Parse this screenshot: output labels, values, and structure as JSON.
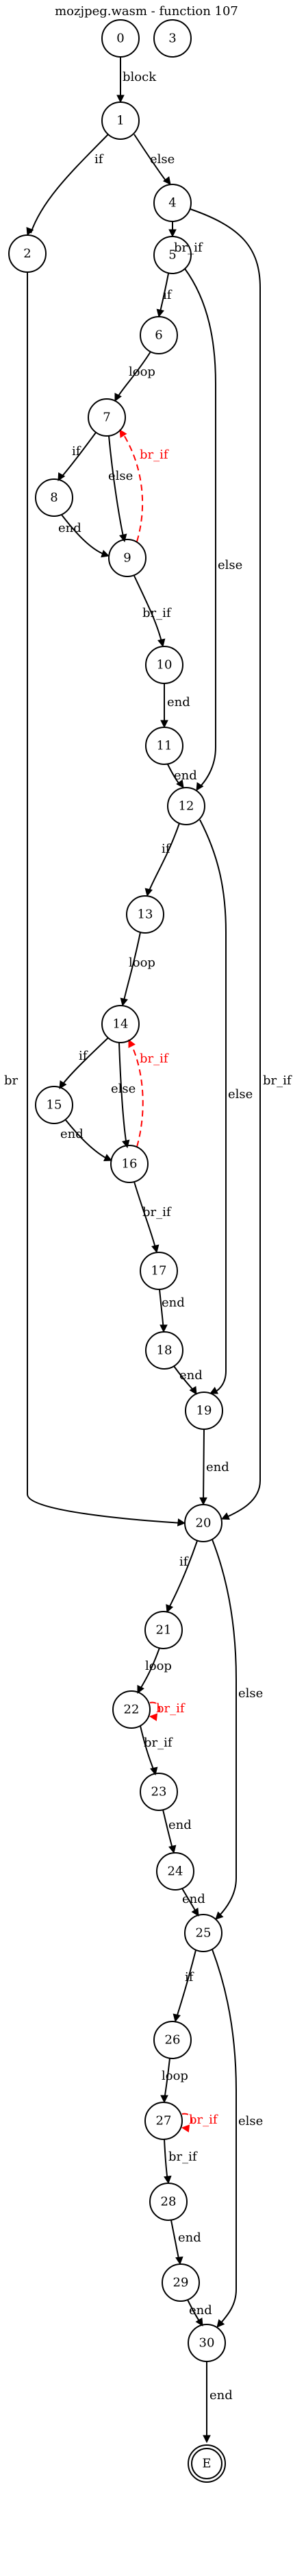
{
  "title": "mozjpeg.wasm - function 107",
  "colors": {
    "normal": "#000000",
    "back_edge": "#ff0000"
  },
  "nodes": [
    {
      "id": "n0",
      "label": "0"
    },
    {
      "id": "n3",
      "label": "3"
    },
    {
      "id": "n1",
      "label": "1"
    },
    {
      "id": "n2",
      "label": "2"
    },
    {
      "id": "n4",
      "label": "4"
    },
    {
      "id": "n5",
      "label": "5"
    },
    {
      "id": "n6",
      "label": "6"
    },
    {
      "id": "n7",
      "label": "7"
    },
    {
      "id": "n8",
      "label": "8"
    },
    {
      "id": "n9",
      "label": "9"
    },
    {
      "id": "n10",
      "label": "10"
    },
    {
      "id": "n11",
      "label": "11"
    },
    {
      "id": "n12",
      "label": "12"
    },
    {
      "id": "n13",
      "label": "13"
    },
    {
      "id": "n14",
      "label": "14"
    },
    {
      "id": "n15",
      "label": "15"
    },
    {
      "id": "n16",
      "label": "16"
    },
    {
      "id": "n17",
      "label": "17"
    },
    {
      "id": "n18",
      "label": "18"
    },
    {
      "id": "n19",
      "label": "19"
    },
    {
      "id": "n20",
      "label": "20"
    },
    {
      "id": "n21",
      "label": "21"
    },
    {
      "id": "n22",
      "label": "22"
    },
    {
      "id": "n23",
      "label": "23"
    },
    {
      "id": "n24",
      "label": "24"
    },
    {
      "id": "n25",
      "label": "25"
    },
    {
      "id": "n26",
      "label": "26"
    },
    {
      "id": "n27",
      "label": "27"
    },
    {
      "id": "n28",
      "label": "28"
    },
    {
      "id": "n29",
      "label": "29"
    },
    {
      "id": "n30",
      "label": "30"
    },
    {
      "id": "nE",
      "label": "E",
      "final": true
    }
  ],
  "edges": [
    {
      "from": "n0",
      "to": "n1",
      "label": "block"
    },
    {
      "from": "n1",
      "to": "n2",
      "label": "if"
    },
    {
      "from": "n1",
      "to": "n4",
      "label": "else"
    },
    {
      "from": "n2",
      "to": "n20",
      "label": "br"
    },
    {
      "from": "n4",
      "to": "n5",
      "label": "br_if"
    },
    {
      "from": "n4",
      "to": "n20",
      "label": "br_if"
    },
    {
      "from": "n5",
      "to": "n6",
      "label": "if"
    },
    {
      "from": "n5",
      "to": "n12",
      "label": "else"
    },
    {
      "from": "n6",
      "to": "n7",
      "label": "loop"
    },
    {
      "from": "n7",
      "to": "n8",
      "label": "if"
    },
    {
      "from": "n7",
      "to": "n9",
      "label": "else"
    },
    {
      "from": "n8",
      "to": "n9",
      "label": "end"
    },
    {
      "from": "n9",
      "to": "n7",
      "label": "br_if",
      "back": true
    },
    {
      "from": "n9",
      "to": "n10",
      "label": "br_if"
    },
    {
      "from": "n10",
      "to": "n11",
      "label": "end"
    },
    {
      "from": "n11",
      "to": "n12",
      "label": "end"
    },
    {
      "from": "n12",
      "to": "n13",
      "label": "if"
    },
    {
      "from": "n12",
      "to": "n19",
      "label": "else"
    },
    {
      "from": "n13",
      "to": "n14",
      "label": "loop"
    },
    {
      "from": "n14",
      "to": "n15",
      "label": "if"
    },
    {
      "from": "n14",
      "to": "n16",
      "label": "else"
    },
    {
      "from": "n15",
      "to": "n16",
      "label": "end"
    },
    {
      "from": "n16",
      "to": "n14",
      "label": "br_if",
      "back": true
    },
    {
      "from": "n16",
      "to": "n17",
      "label": "br_if"
    },
    {
      "from": "n17",
      "to": "n18",
      "label": "end"
    },
    {
      "from": "n18",
      "to": "n19",
      "label": "end"
    },
    {
      "from": "n19",
      "to": "n20",
      "label": "end"
    },
    {
      "from": "n20",
      "to": "n21",
      "label": "if"
    },
    {
      "from": "n20",
      "to": "n25",
      "label": "else"
    },
    {
      "from": "n21",
      "to": "n22",
      "label": "loop"
    },
    {
      "from": "n22",
      "to": "n22",
      "label": "br_if",
      "back": true
    },
    {
      "from": "n22",
      "to": "n23",
      "label": "br_if"
    },
    {
      "from": "n23",
      "to": "n24",
      "label": "end"
    },
    {
      "from": "n24",
      "to": "n25",
      "label": "end"
    },
    {
      "from": "n25",
      "to": "n26",
      "label": "if"
    },
    {
      "from": "n25",
      "to": "n30",
      "label": "else"
    },
    {
      "from": "n26",
      "to": "n27",
      "label": "loop"
    },
    {
      "from": "n27",
      "to": "n27",
      "label": "br_if",
      "back": true
    },
    {
      "from": "n27",
      "to": "n28",
      "label": "br_if"
    },
    {
      "from": "n28",
      "to": "n29",
      "label": "end"
    },
    {
      "from": "n29",
      "to": "n30",
      "label": "end"
    },
    {
      "from": "n30",
      "to": "nE",
      "label": "end"
    }
  ]
}
